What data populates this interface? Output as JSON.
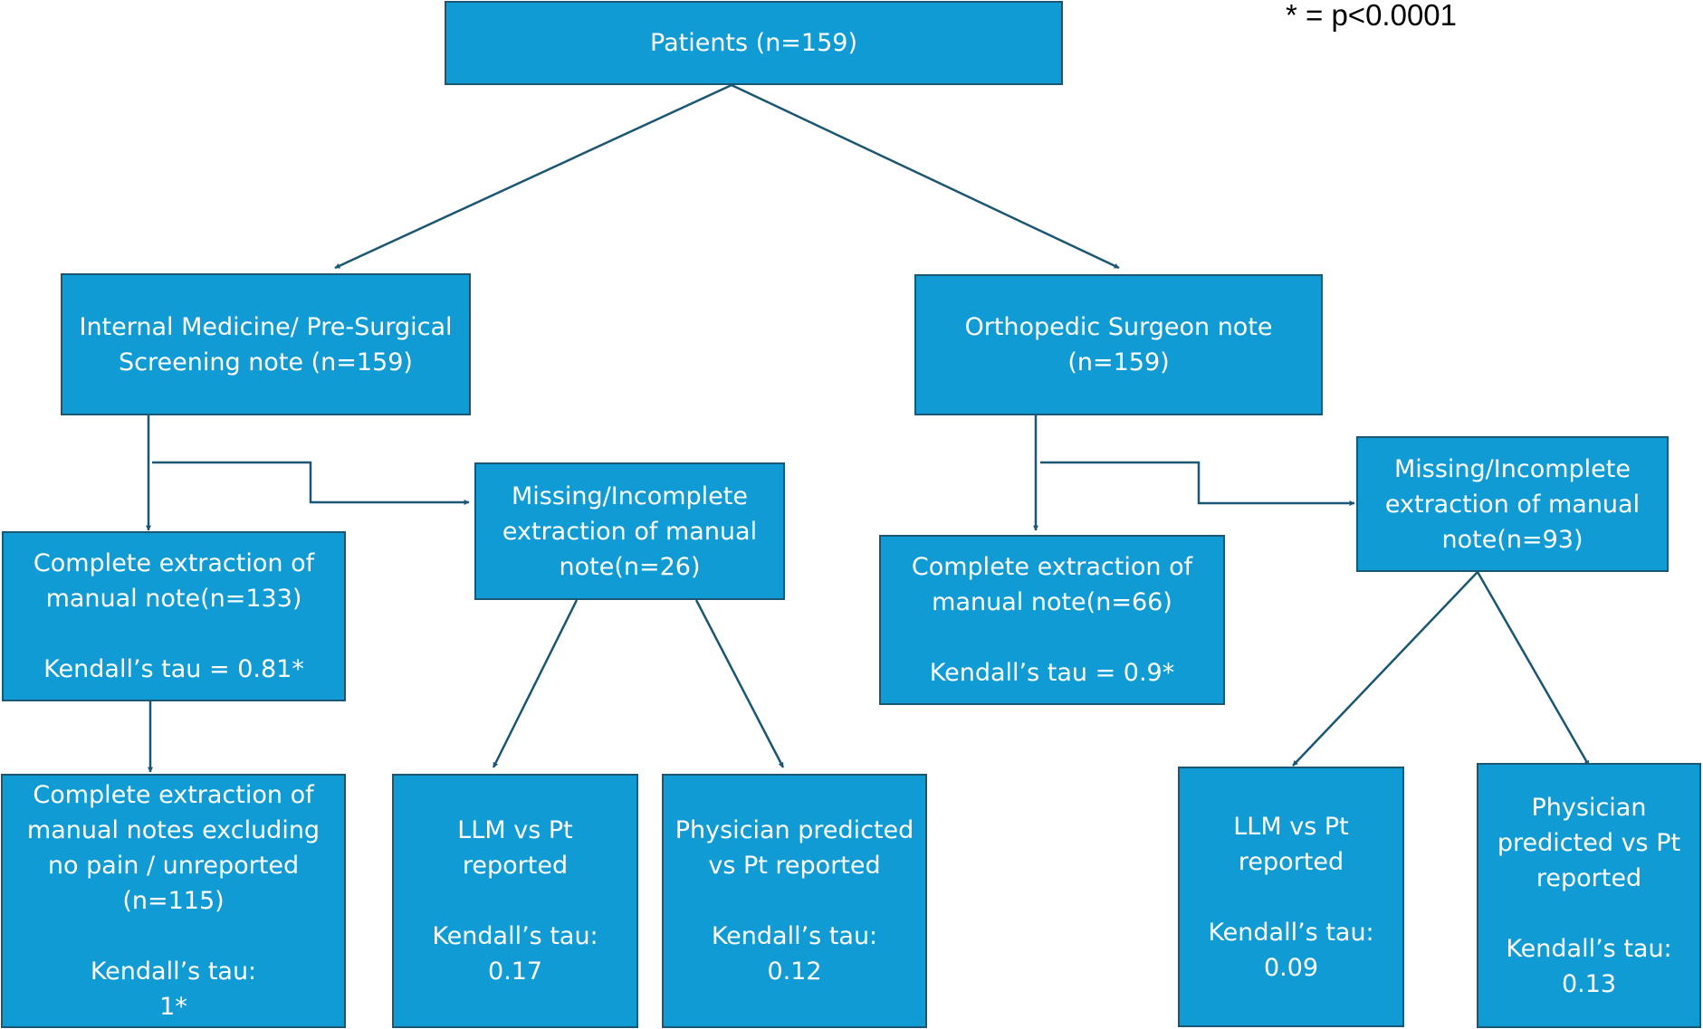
{
  "legend": "* = p<0.0001",
  "colors": {
    "box_fill": "#119bd4",
    "box_border": "#1b5673",
    "edge": "#1b5673",
    "box_text": "#ffffff"
  },
  "nodes": {
    "patients": {
      "lines": [
        "Patients (n=159)"
      ]
    },
    "internal_medicine": {
      "lines": [
        "Internal Medicine/ Pre-Surgical",
        "Screening note (n=159)"
      ]
    },
    "orthopedic": {
      "lines": [
        "Orthopedic Surgeon note",
        "(n=159)"
      ]
    },
    "im_complete": {
      "lines": [
        "Complete extraction of",
        "manual note(n=133)"
      ],
      "stat": "Kendall’s tau = 0.81*"
    },
    "im_missing": {
      "lines": [
        "Missing/Incomplete",
        "extraction of manual",
        "note(n=26)"
      ]
    },
    "im_excluding": {
      "lines": [
        "Complete extraction of",
        "manual notes excluding",
        "no pain / unreported",
        "(n=115)"
      ],
      "stat": [
        "Kendall’s tau:",
        "1*"
      ]
    },
    "im_llm": {
      "lines": [
        "LLM vs Pt",
        "reported"
      ],
      "stat": [
        "Kendall’s tau:",
        "0.17"
      ]
    },
    "im_physician": {
      "lines": [
        "Physician predicted",
        "vs Pt reported"
      ],
      "stat": [
        "Kendall’s tau:",
        "0.12"
      ]
    },
    "or_complete": {
      "lines": [
        "Complete extraction of",
        "manual note(n=66)"
      ],
      "stat": "Kendall’s tau = 0.9*"
    },
    "or_missing": {
      "lines": [
        "Missing/Incomplete",
        "extraction of manual",
        "note(n=93)"
      ]
    },
    "or_llm": {
      "lines": [
        "LLM vs Pt",
        "reported"
      ],
      "stat": [
        "Kendall’s tau:",
        "0.09"
      ]
    },
    "or_physician": {
      "lines": [
        "Physician",
        "predicted vs Pt",
        "reported"
      ],
      "stat": [
        "Kendall’s tau:",
        "0.13"
      ]
    }
  }
}
